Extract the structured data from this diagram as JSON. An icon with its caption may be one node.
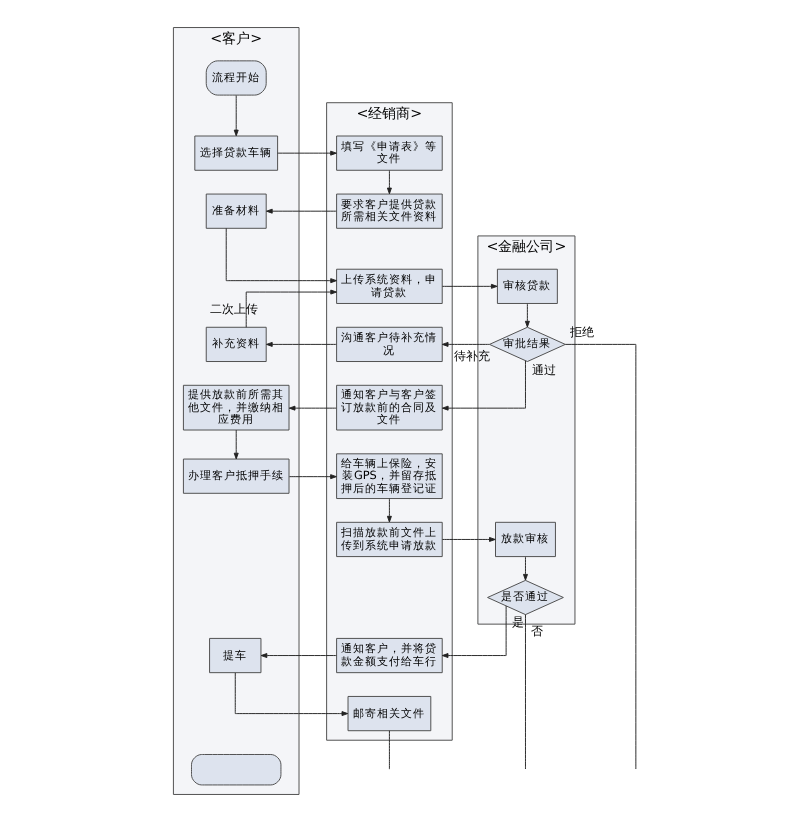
{
  "diagram": {
    "nodes": [
      {
        "text": [
          "<客户>"
        ]
      },
      {
        "text": [
          "<经销商>"
        ]
      },
      {
        "text": [
          "<金融公司>"
        ]
      },
      {
        "text": [
          "流程开始"
        ],
        "in": 0
      },
      {
        "text": [
          "选择贷款车辆"
        ],
        "in": 0
      },
      {
        "text": [
          "填写《申请表》等文件"
        ],
        "in": 1
      },
      {
        "text": [
          "准备材料"
        ],
        "in": 0
      },
      {
        "text": [
          "要求客户提供贷款所需相关文件资料"
        ],
        "in": 1
      },
      {
        "text": [
          "上传系统资料，申请贷款"
        ],
        "in": 1
      },
      {
        "text": [
          "审核贷款"
        ],
        "in": 2
      },
      {
        "text": [
          "补充资料"
        ],
        "in": 0
      },
      {
        "text": [
          "沟通客户待补充情况"
        ],
        "in": 1
      },
      {
        "text": [
          "审批结果"
        ],
        "in": 2
      },
      {
        "text": [
          "提供放款前所需其他文件，并缴纳相应费用"
        ],
        "in": 0
      },
      {
        "text": [
          "通知客户与客户签订放款前的合同及文件"
        ],
        "in": 1
      },
      {
        "text": [
          "办理客户抵押手续"
        ],
        "in": 0
      },
      {
        "text": [
          "给车辆上保险，安装GPS，并留存抵押后的车辆登记证"
        ],
        "in": 1
      },
      {
        "text": [
          "扫描放款前文件上传到系统申请放款"
        ],
        "in": 1
      },
      {
        "text": [
          "放款审核"
        ],
        "in": 2
      },
      {
        "text": [
          "是否通过"
        ],
        "in": 2
      },
      {
        "text": [
          "提车"
        ],
        "in": 0
      },
      {
        "text": [
          "通知客户，并将贷款金额支付给车行"
        ],
        "in": 1
      },
      {
        "text": [
          "邮寄相关文件"
        ],
        "in": 1
      },
      {
        "text": [],
        "shape": "box",
        "in": 0
      }
    ],
    "edges": [
      {
        "from": 3,
        "to": 4,
        "arrow": "to"
      },
      {
        "from": 4,
        "to": 5,
        "arrow": "to"
      },
      {
        "from": 5,
        "to": 7,
        "arrow": "to"
      },
      {
        "from": 7,
        "to": 6,
        "arrow": "to"
      },
      {
        "from": 6,
        "to": 8,
        "arrow": "to"
      },
      {
        "from": 8,
        "to": 9,
        "arrow": "to"
      },
      {
        "from": 9,
        "to": 12,
        "arrow": "to"
      },
      {
        "from": 12,
        "to": 11,
        "arrow": "to",
        "label": "待补充"
      },
      {
        "from": 11,
        "to": 10,
        "arrow": "to"
      },
      {
        "from": 10,
        "to": 8,
        "arrow": "to",
        "label": "二次上传"
      },
      {
        "from": 12,
        "to": 14,
        "arrow": "to",
        "label": "通过"
      },
      {
        "from": 12,
        "to": null,
        "arrow": "none",
        "label": "拒绝"
      },
      {
        "from": 14,
        "to": 13,
        "arrow": "to"
      },
      {
        "from": 13,
        "to": 15,
        "arrow": "to"
      },
      {
        "from": 15,
        "to": 16,
        "arrow": "to"
      },
      {
        "from": 16,
        "to": 17,
        "arrow": "to"
      },
      {
        "from": 17,
        "to": 18,
        "arrow": "to"
      },
      {
        "from": 18,
        "to": 19,
        "arrow": "to"
      },
      {
        "from": 19,
        "to": 21,
        "arrow": "to",
        "label": "是"
      },
      {
        "from": 19,
        "to": null,
        "arrow": "none",
        "label": "否"
      },
      {
        "from": 21,
        "to": 20,
        "arrow": "to"
      },
      {
        "from": 20,
        "to": 22,
        "arrow": "to"
      },
      {
        "from": 22,
        "to": null,
        "arrow": "none"
      }
    ]
  }
}
